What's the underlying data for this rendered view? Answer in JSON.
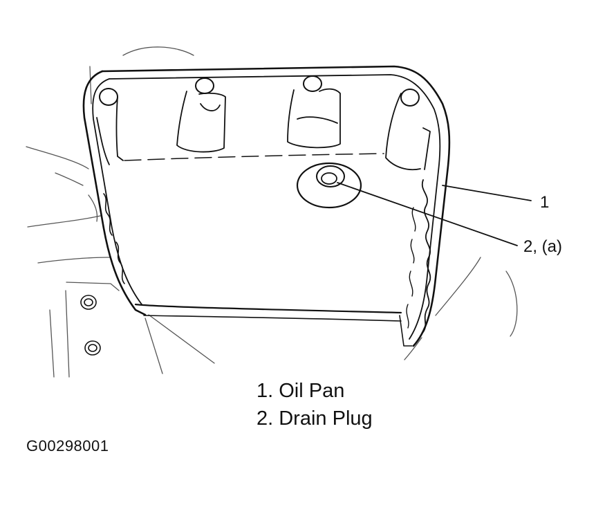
{
  "figure": {
    "callouts": [
      {
        "id": "1",
        "text": "1"
      },
      {
        "id": "2",
        "text": "2, (a)"
      }
    ],
    "legend": [
      {
        "text": "1. Oil Pan"
      },
      {
        "text": "2. Drain Plug"
      }
    ],
    "figure_id": "G00298001"
  }
}
